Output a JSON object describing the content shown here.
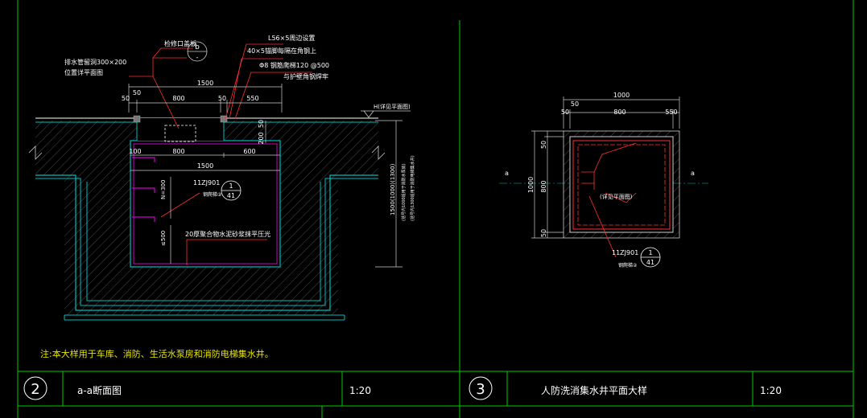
{
  "colors": {
    "frame": "#00cc00",
    "wall": "#00bcbc",
    "rebar": "#cc00cc",
    "lead": "#ff3030",
    "text": "#ffffff",
    "note": "#e6e600",
    "hatch": "#5a5a5a"
  },
  "left_view": {
    "labels": {
      "cover": "检修口盖板",
      "cover_tag": "b",
      "drain_pipe_1": "排水管留洞300×200",
      "drain_pipe_2": "位置详平面图",
      "angle_1": "L56×5周边设置",
      "angle_2": "40×5锚脚每隔在角钢上",
      "rebar_1": "Φ8 钢筋爬梯120 @500",
      "rebar_2": "与护壁角钢焊牢",
      "ref_code": "11ZJ901",
      "ref_num_top": "1",
      "ref_num_bottom": "41",
      "ref_caption": "钢爬梯②",
      "plaster": "20厚聚合物水泥砂浆抹平压光",
      "n300": "N=300",
      "le500": "≤500",
      "level": "H(详见平面图)",
      "depth_1": "1500(1000)(1300)",
      "depth_2": "(括号内1000适用于消防水泵房)",
      "depth_3": "(括号内1300适用于消防电梯集水井)"
    },
    "dims": {
      "top_overall": "1500",
      "d50_left": "50",
      "d50_left2": "50",
      "d800_top": "800",
      "d50_mid": "50",
      "d550": "550",
      "d100": "100",
      "d800_inner": "800",
      "d600": "600",
      "d1500_inner": "1500",
      "d200": "200",
      "d50_vert": "50"
    }
  },
  "right_view": {
    "dims": {
      "overall": "1000",
      "d50a": "50",
      "d50b": "50",
      "d800": "800",
      "d550": "550",
      "v1000": "1000",
      "v50a": "50",
      "v800": "800",
      "v50b": "50"
    },
    "labels": {
      "sec_left": "a",
      "sec_right": "a",
      "detail_ref": "(详见平面图)",
      "ref_code": "11ZJ901",
      "ref_num_top": "1",
      "ref_num_bottom": "41",
      "ref_caption": "钢爬梯②"
    }
  },
  "note": "注:本大样用于车库、消防、生活水泵房和消防电梯集水井。",
  "title_blocks": [
    {
      "number": "2",
      "title": "a-a断面图",
      "scale": "1:20"
    },
    {
      "number": "3",
      "title": "人防洗消集水井平面大样",
      "scale": "1:20"
    }
  ]
}
